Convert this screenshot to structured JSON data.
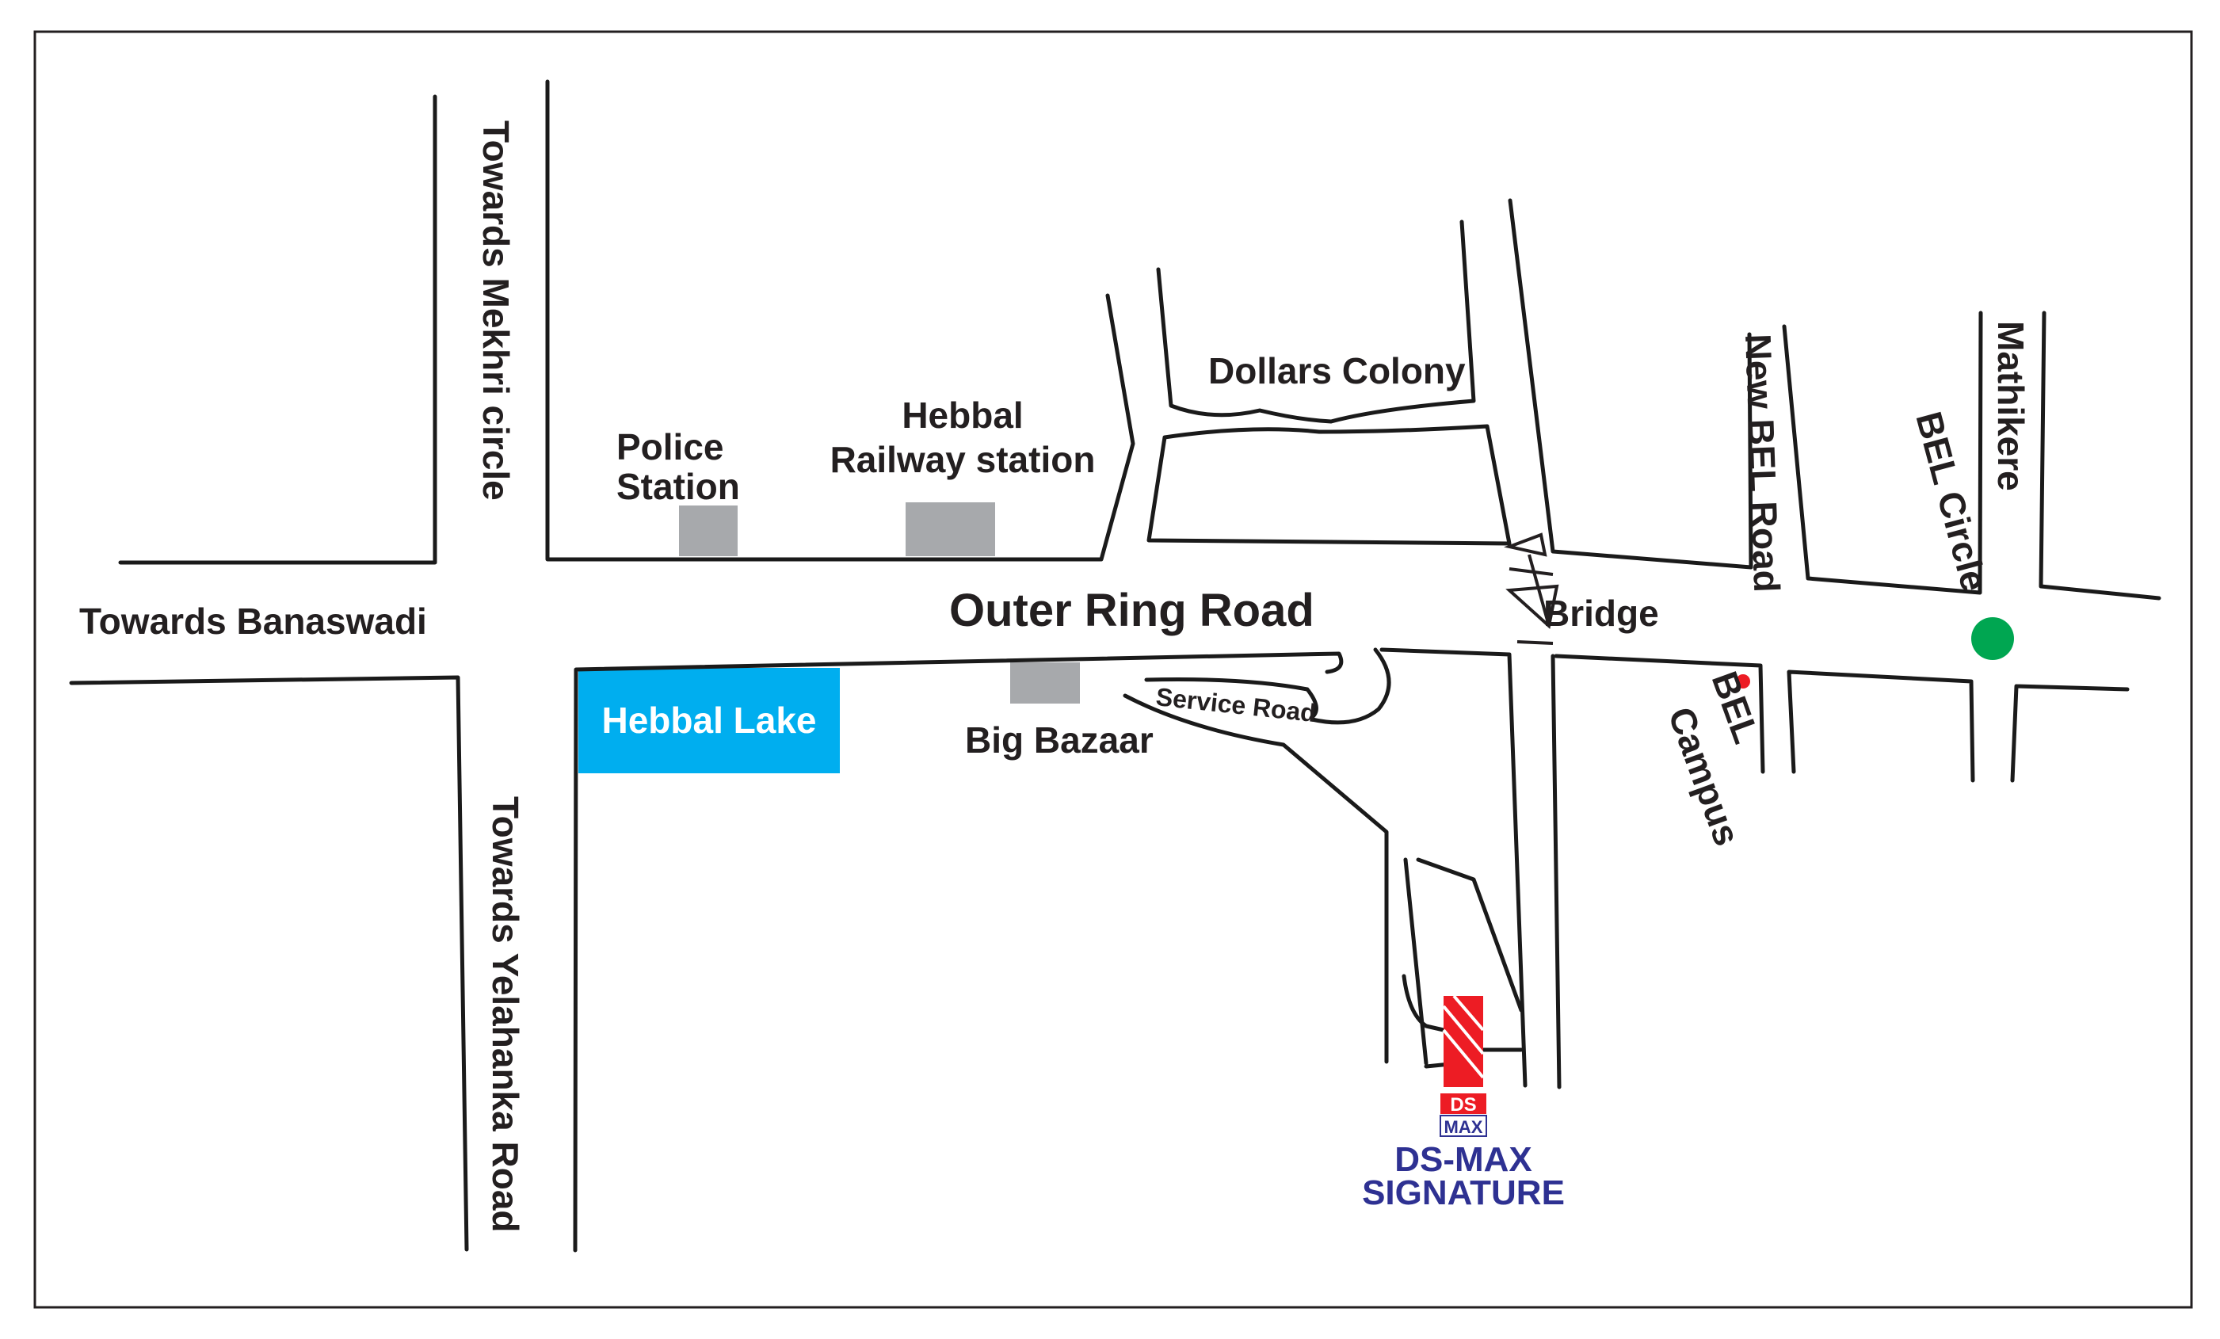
{
  "labels": {
    "towards_mekhri": "Towards Mekhri circle",
    "towards_banaswadi": "Towards Banaswadi",
    "towards_yelahanka": "Towards Yelahanka Road",
    "police_station_1": "Police",
    "police_station_2": "Station",
    "railway_1": "Hebbal",
    "railway_2": "Railway station",
    "outer_ring_road": "Outer Ring Road",
    "dollars_colony": "Dollars Colony",
    "bridge": "Bridge",
    "new_bel_road": "New BEL Road",
    "mathikere": "Mathikere",
    "bel_circle": "BEL Circle",
    "bel_campus_1": "BEL",
    "bel_campus_2": "Campus",
    "hebbal_lake": "Hebbal Lake",
    "big_bazaar": "Big Bazaar",
    "service_road": "Service Road",
    "dsmax_logo_top": "DS",
    "dsmax_logo_bottom": "MAX",
    "destination_1": "DS-MAX",
    "destination_2": "SIGNATURE"
  },
  "colors": {
    "road": "#1a1a1a",
    "text": "#231f20",
    "lake": "#00aeef",
    "landmark_block": "#a7a9ac",
    "bel_campus_dot": "#ed1c24",
    "bel_circle_dot": "#00a651",
    "brand_red": "#ed1c24",
    "brand_blue": "#2e3192"
  }
}
